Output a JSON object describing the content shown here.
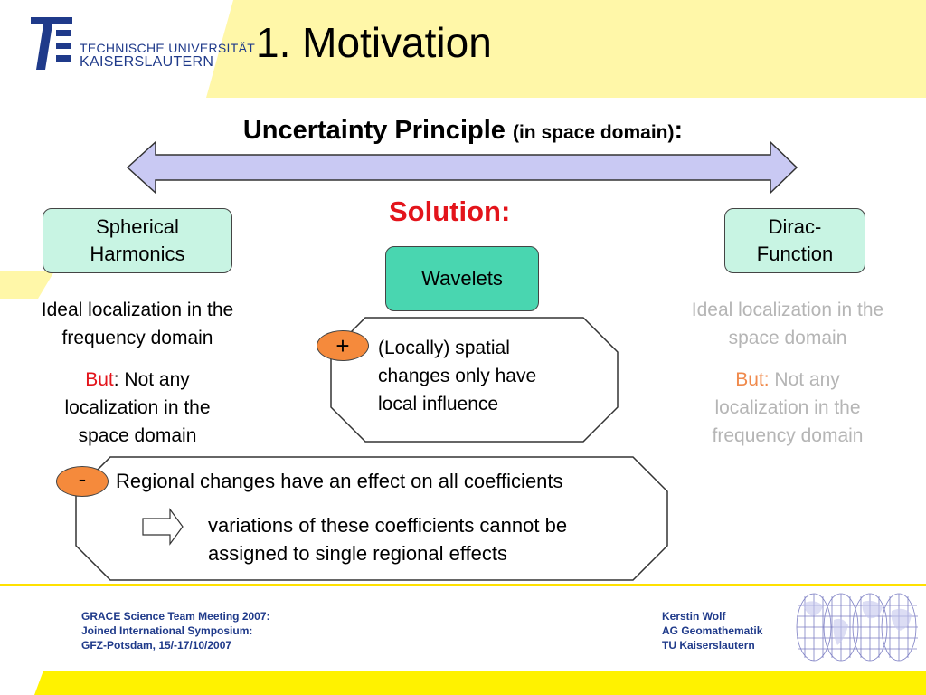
{
  "header": {
    "title": "1. Motivation",
    "logo": {
      "line1": "TECHNISCHE UNIVERSITÄT",
      "line2": "KAISERSLAUTERN"
    }
  },
  "main": {
    "subtitle_main": "Uncertainty Principle",
    "subtitle_small": "(in space domain)",
    "subtitle_colon": ":",
    "solution": "Solution:",
    "left_box": {
      "line1": "Spherical",
      "line2": "Harmonics"
    },
    "center_box": "Wavelets",
    "right_box": {
      "line1": "Dirac-",
      "line2": "Function"
    },
    "left_desc": {
      "line1": "Ideal localization in the",
      "line2": "frequency domain"
    },
    "left_but": {
      "but": "But",
      "rest": ": Not any",
      "line2": "localization in the",
      "line3": "space domain"
    },
    "right_desc": {
      "line1": "Ideal localization in the",
      "line2": "space domain"
    },
    "right_but": {
      "but": "But:",
      "rest": " Not any",
      "line2": "localization in the",
      "line3": "frequency domain"
    },
    "plus_badge": "+",
    "plus_text": {
      "line1": "(Locally) spatial",
      "line2": "changes only have",
      "line3": "local influence"
    },
    "minus_badge": "-",
    "minus_text": "Regional changes have an effect on all coefficients",
    "implies_text": {
      "line1": "variations of these coefficients cannot be",
      "line2": "assigned to single regional effects"
    }
  },
  "footer": {
    "left": {
      "line1": "GRACE Science Team Meeting 2007:",
      "line2": "Joined International Symposium:",
      "line3": "GFZ-Potsdam, 15/-17/10/2007"
    },
    "right": {
      "line1": "Kerstin Wolf",
      "line2": "AG Geomathematik",
      "line3": "TU Kaiserslautern"
    },
    "icon": "world-map-icon"
  },
  "colors": {
    "accent_yellow": "#fff7a8",
    "footer_yellow": "#fff200",
    "title_red": "#e3141b",
    "box_mint": "#c8f4e3",
    "box_teal": "#49d6b0",
    "badge_orange": "#f58a3c",
    "arrow_lavender": "#c9c9f3",
    "footer_blue": "#1f3a8a"
  }
}
